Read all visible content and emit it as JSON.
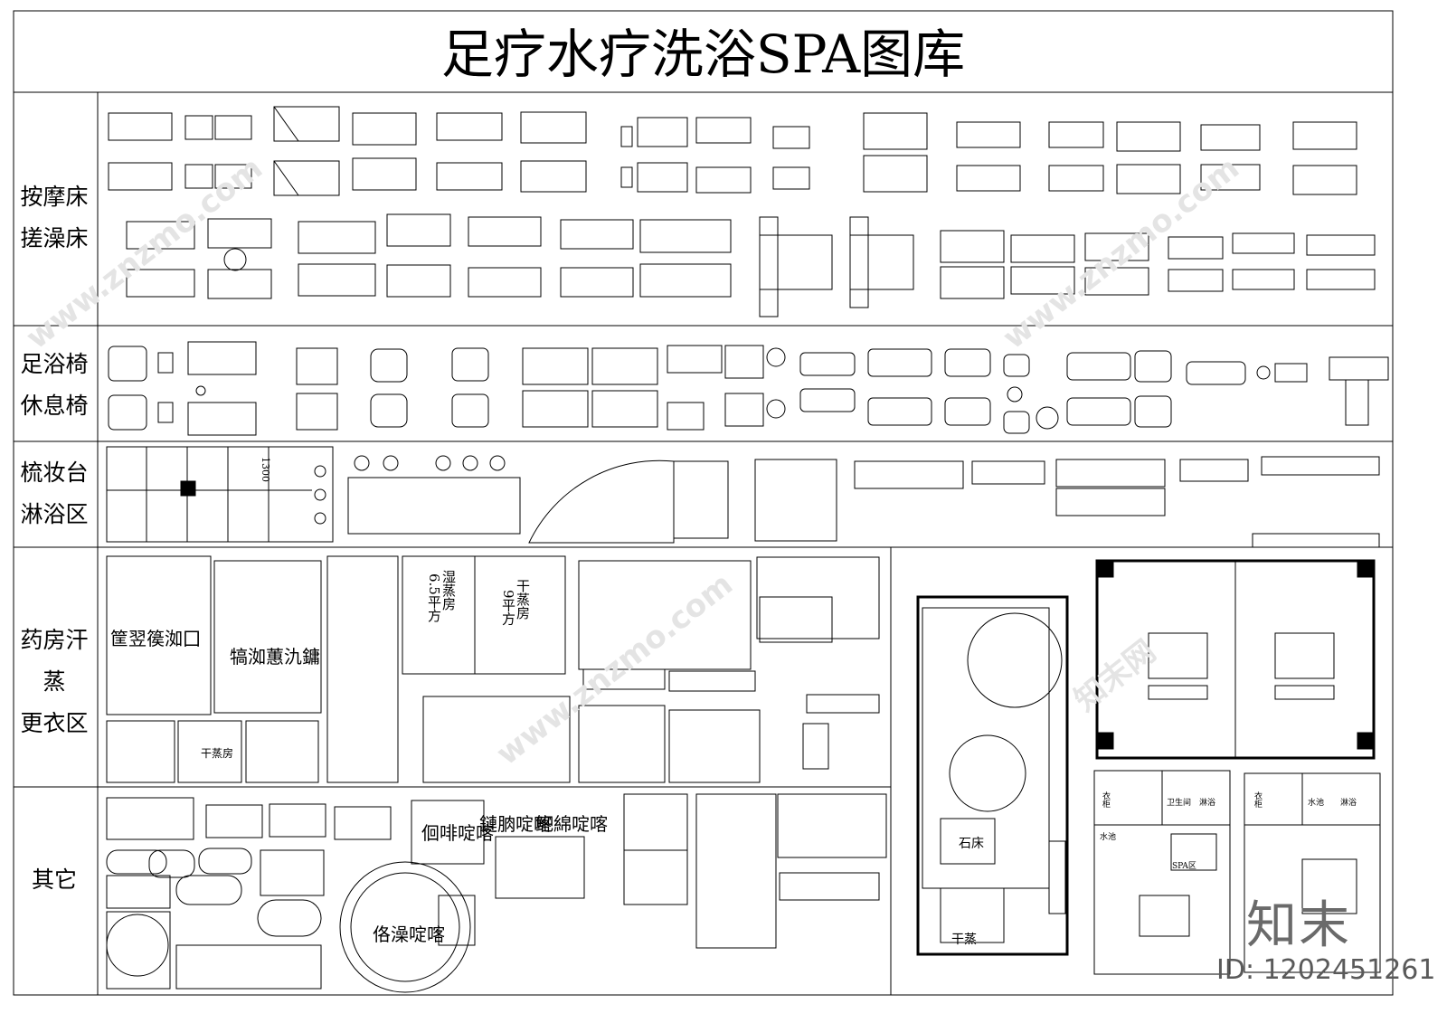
{
  "title": "足疗水疗洗浴SPA图库",
  "categories": [
    {
      "id": "massage",
      "lines": [
        "按摩床",
        "搓澡床"
      ]
    },
    {
      "id": "foot",
      "lines": [
        "足浴椅",
        "休息椅"
      ]
    },
    {
      "id": "vanity",
      "lines": [
        "梳妆台",
        "淋浴区"
      ]
    },
    {
      "id": "sauna",
      "lines": [
        "药房汗蒸",
        "更衣区"
      ]
    },
    {
      "id": "other",
      "lines": [
        "其它"
      ]
    }
  ],
  "room_labels": {
    "garbled_left": "筐翌篌洳囗",
    "garbled_mid": "犒洳蕙氿鏞",
    "dry_sauna_small": "干蒸房",
    "wet_sauna": "湿蒸房",
    "wet_sauna_area": "6.5平方",
    "dry_sauna": "干蒸房",
    "dry_sauna_area": "9平方",
    "stone_bed": "石床",
    "dry_steam": "干蒸",
    "garbled_pool1": "佪啡啶喀",
    "garbled_pool2": "鏈朒啶喀",
    "garbled_pool3": "鲃綿啶喀",
    "garbled_pool4": "佫澡啶喀",
    "wc": "卫生间",
    "shower1": "淋浴",
    "shower2": "淋浴",
    "cabinet1": "衣柜",
    "cabinet2": "衣柜",
    "sink1": "水池",
    "sink2": "水池",
    "spa_zone": "SPA区",
    "dim_1300": "1300"
  },
  "watermark": {
    "logo": "知末",
    "id": "ID: 1202451261",
    "site": "www.znzmo.com",
    "brand": "知末网"
  }
}
